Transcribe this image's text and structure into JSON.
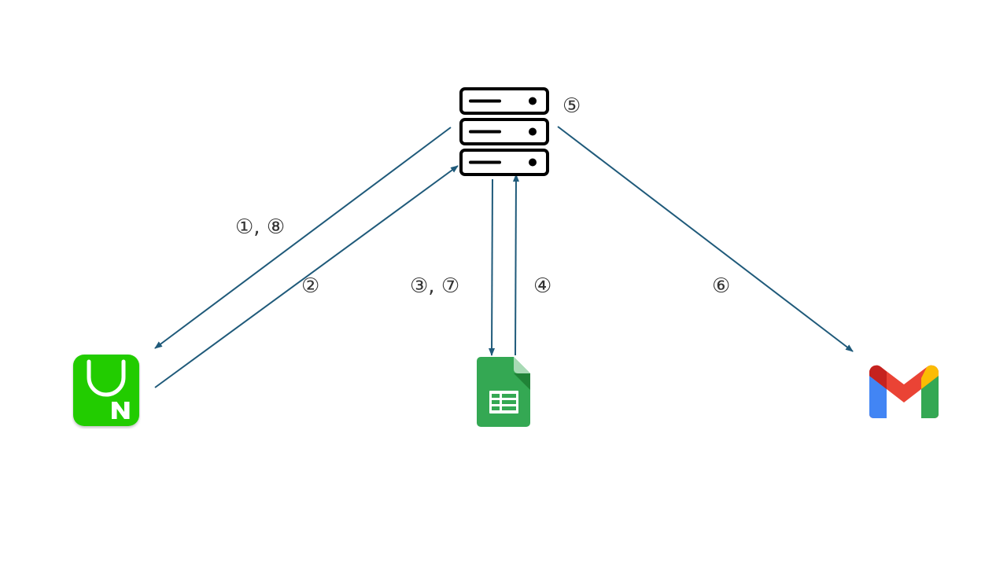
{
  "labels": {
    "step_1_8": "①, ⑧",
    "step_2": "②",
    "step_3_7": "③, ⑦",
    "step_4": "④",
    "step_5": "⑤",
    "step_6": "⑥"
  },
  "colors": {
    "arrow": "#1f5a7a",
    "server": "#000000",
    "app_green": "#20cc00",
    "sheets_green": "#34a853",
    "sheets_dark": "#1e7e34",
    "gmail_red": "#ea4335",
    "gmail_blue": "#4285f4",
    "gmail_green": "#34a853",
    "gmail_yellow": "#fbbc04"
  },
  "icons": {
    "server": "server-rack-icon",
    "client_app": "naver-n-app-icon",
    "spreadsheet": "google-sheets-icon",
    "mail": "gmail-icon"
  }
}
